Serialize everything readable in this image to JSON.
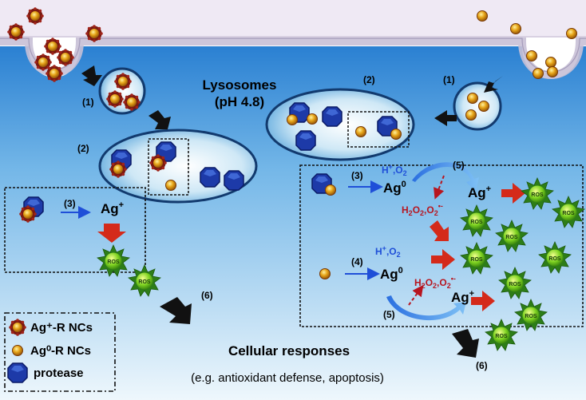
{
  "labels": {
    "lysosome_title": "Lysosomes",
    "lysosome_ph": "(pH 4.8)",
    "cellular_responses": "Cellular responses",
    "cellular_examples": "(e.g. antioxidant defense, apoptosis)"
  },
  "steps": {
    "s1": "(1)",
    "s2": "(2)",
    "s3": "(3)",
    "s4": "(4)",
    "s5": "(5)",
    "s6": "(6)"
  },
  "species": {
    "ag_plus": "Ag",
    "ag_zero": "Ag",
    "plus_sup": "+",
    "zero_sup": "0",
    "h_o2": "H",
    "h_o2_tail": ",O",
    "h2o2": "H",
    "h2o2_mid": "O",
    "h2o2_tail": ",O",
    "radical_sup": "•-",
    "sub2": "2",
    "ros": "ROS"
  },
  "legend": {
    "items": [
      {
        "label": "Ag⁺-R NCs"
      },
      {
        "label": "Ag⁰-R NCs"
      },
      {
        "label": "protease"
      }
    ]
  },
  "colors": {
    "membrane": "#e9e3f0",
    "cytoplasm_top": "#2f88d6",
    "cytoplasm_bottom": "#e8f4fb",
    "arrow_blue": "#1f4fd8",
    "ros_red": "#c0182c",
    "protease_blue": "#1d3aa8",
    "nc_gold": "#d9a520",
    "nc_red": "#8a1a10",
    "big_arrow_red": "#d42a1a",
    "label_red": "#b7151f"
  }
}
